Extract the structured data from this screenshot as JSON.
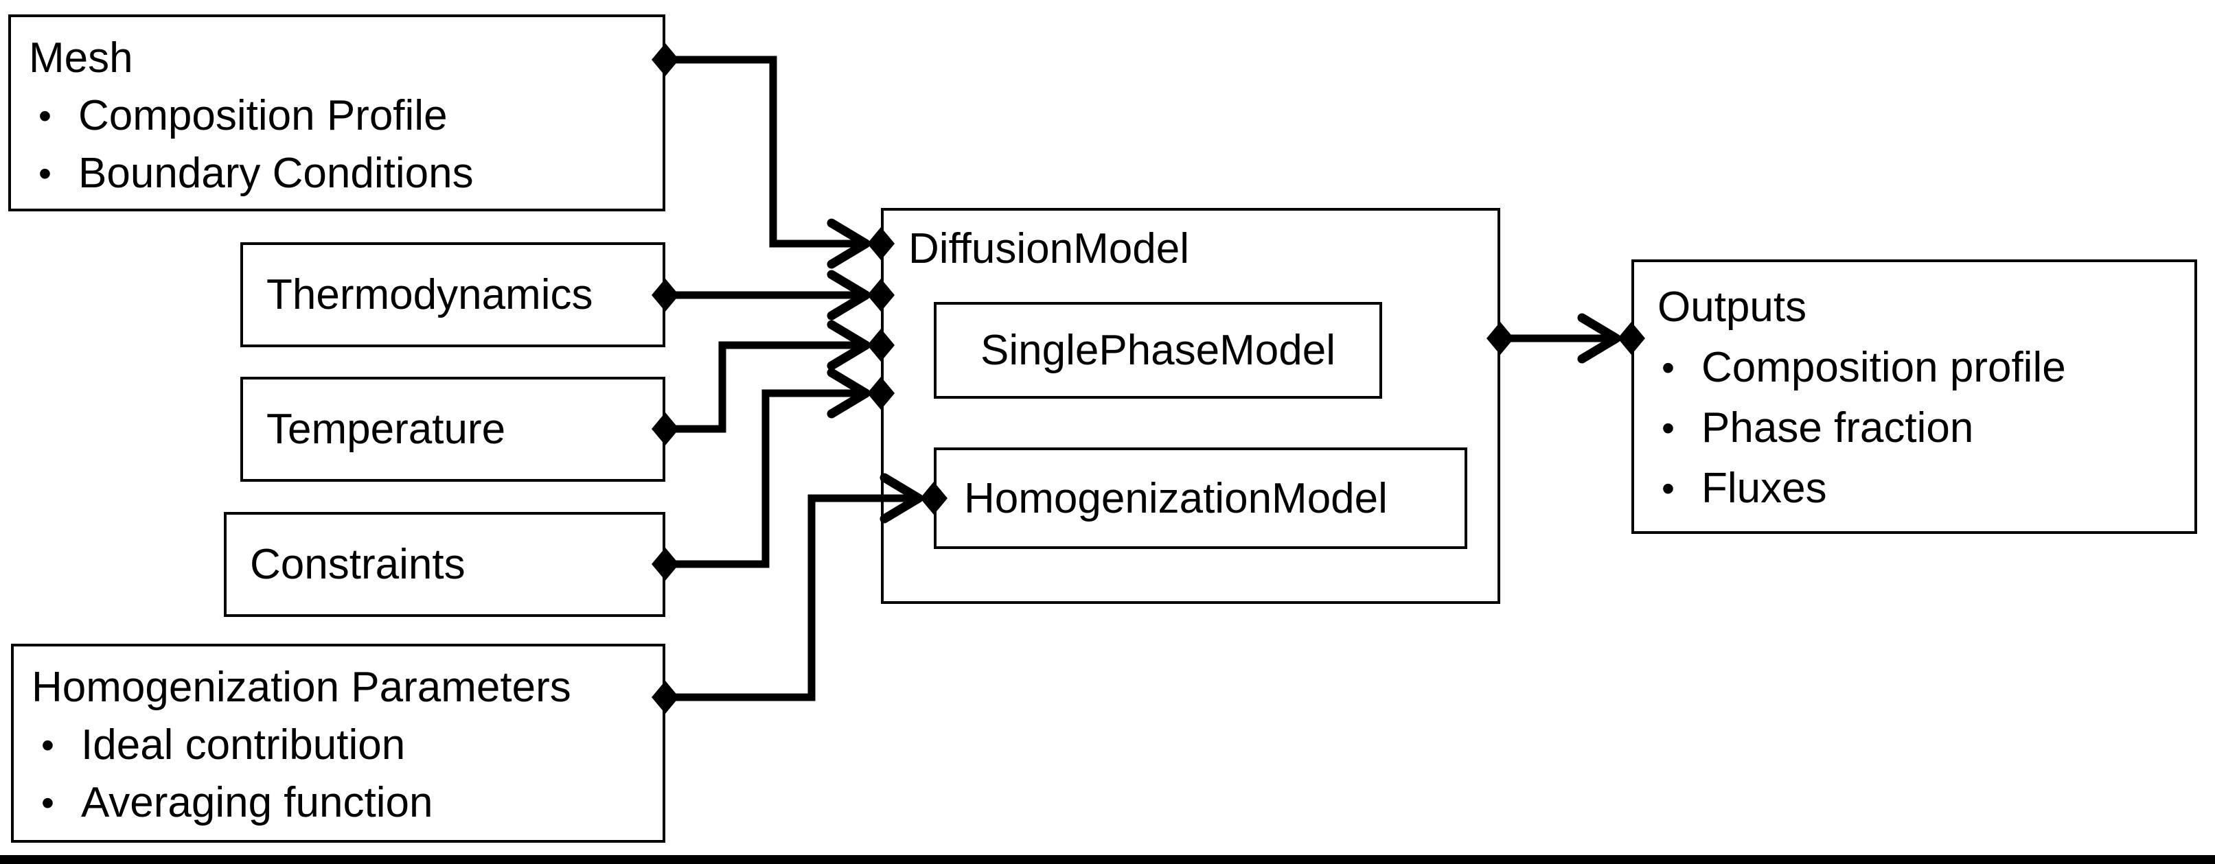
{
  "diagram": {
    "bullet_char": "•",
    "colors": {
      "stroke": "#000000",
      "background": "#ffffff",
      "footer_bar": "#000000"
    },
    "boxes": {
      "mesh": {
        "title": "Mesh",
        "bullets": [
          "Composition Profile",
          "Boundary Conditions"
        ]
      },
      "thermodynamics": {
        "title": "Thermodynamics"
      },
      "temperature": {
        "title": "Temperature"
      },
      "constraints": {
        "title": "Constraints"
      },
      "homogenization_parameters": {
        "title": "Homogenization Parameters",
        "bullets": [
          "Ideal contribution",
          "Averaging function"
        ]
      },
      "diffusion_model": {
        "title": "DiffusionModel"
      },
      "single_phase_model": {
        "title": "SinglePhaseModel"
      },
      "homogenization_model": {
        "title": "HomogenizationModel"
      },
      "outputs": {
        "title": "Outputs",
        "bullets": [
          "Composition profile",
          "Phase fraction",
          "Fluxes"
        ]
      }
    },
    "connectors": [
      {
        "from": "Mesh",
        "to": "DiffusionModel"
      },
      {
        "from": "Thermodynamics",
        "to": "DiffusionModel"
      },
      {
        "from": "Temperature",
        "to": "DiffusionModel"
      },
      {
        "from": "Constraints",
        "to": "DiffusionModel"
      },
      {
        "from": "Homogenization Parameters",
        "to": "HomogenizationModel"
      },
      {
        "from": "DiffusionModel",
        "to": "Outputs"
      }
    ]
  }
}
